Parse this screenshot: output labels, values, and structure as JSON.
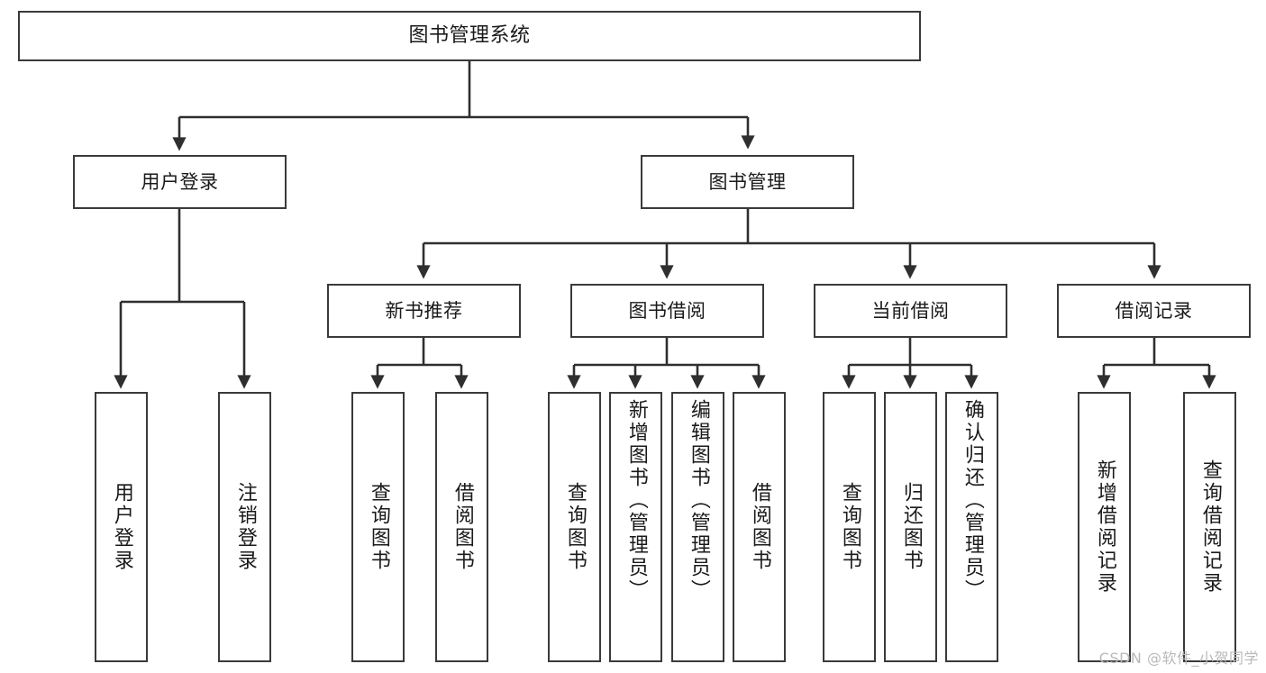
{
  "diagram": {
    "type": "tree-hierarchy",
    "title": "图书管理系统",
    "watermark": "CSDN @软件_小贺同学",
    "colors": {
      "box_border": "#3a3a3a",
      "box_fill": "#ffffff",
      "connector": "#2f2f2f",
      "text": "#1a1a1a",
      "watermark": "#b9b9b9"
    },
    "nodes": {
      "root": {
        "label": "图书管理系统"
      },
      "level1": [
        {
          "label": "用户登录"
        },
        {
          "label": "图书管理"
        }
      ],
      "level2": [
        {
          "label": "新书推荐"
        },
        {
          "label": "图书借阅"
        },
        {
          "label": "当前借阅"
        },
        {
          "label": "借阅记录"
        }
      ],
      "leaves": {
        "user_login": [
          {
            "label": "用户登录"
          },
          {
            "label": "注销登录"
          }
        ],
        "new_book_recommend": [
          {
            "label": "查询图书"
          },
          {
            "label": "借阅图书"
          }
        ],
        "book_borrow": [
          {
            "label": "查询图书"
          },
          {
            "label": "新增图书（管理员）"
          },
          {
            "label": "编辑图书（管理员）"
          },
          {
            "label": "借阅图书"
          }
        ],
        "current_borrow": [
          {
            "label": "查询图书"
          },
          {
            "label": "归还图书"
          },
          {
            "label": "确认归还（管理员）"
          }
        ],
        "borrow_record": [
          {
            "label": "新增借阅记录"
          },
          {
            "label": "查询借阅记录"
          }
        ]
      }
    }
  }
}
